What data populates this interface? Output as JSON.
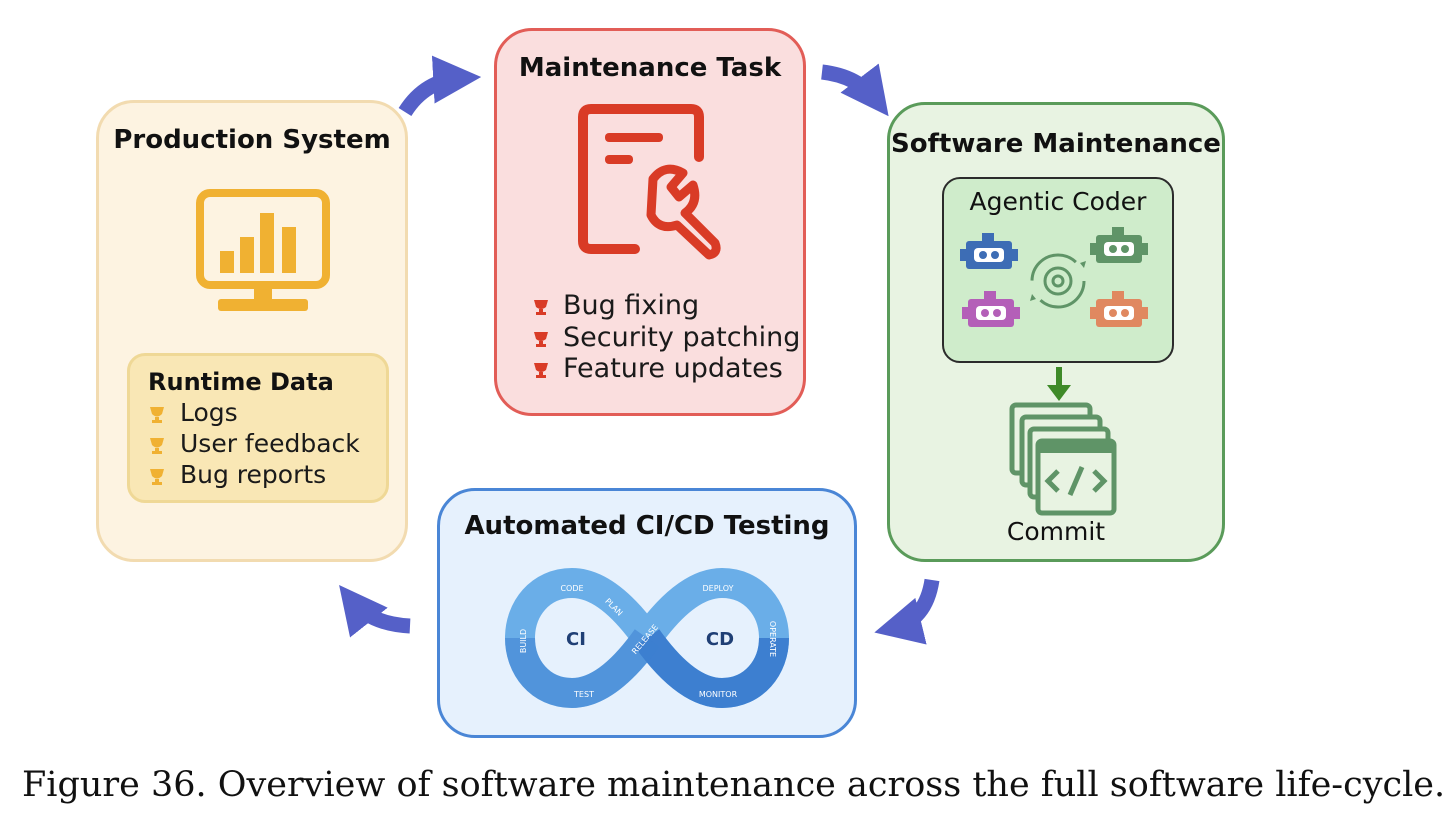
{
  "production": {
    "title": "Production System",
    "runtime": {
      "title": "Runtime Data",
      "items": [
        "Logs",
        "User feedback",
        "Bug reports"
      ]
    }
  },
  "maintenance_task": {
    "title": "Maintenance Task",
    "items": [
      "Bug fixing",
      "Security patching",
      "Feature updates"
    ]
  },
  "software_maintenance": {
    "title": "Software Maintenance",
    "agentic_coder": "Agentic Coder",
    "commit": "Commit"
  },
  "cicd": {
    "title": "Automated CI/CD Testing",
    "ci": "CI",
    "cd": "CD",
    "stages": {
      "code": "CODE",
      "plan": "PLAN",
      "build": "BUILD",
      "test": "TEST",
      "release": "RELEASE",
      "deploy": "DEPLOY",
      "operate": "OPERATE",
      "monitor": "MONITOR"
    }
  },
  "caption": "Figure 36. Overview of software maintenance across the full software life-cycle.",
  "colors": {
    "production_fill": "#fdf3e1",
    "production_border": "#f2dbb0",
    "runtime_fill": "#f9e7b5",
    "runtime_border": "#efd896",
    "monitor_icon": "#f0b132",
    "task_fill": "#fadede",
    "task_border": "#e25d57",
    "task_icon": "#d93b26",
    "maint_fill": "#e8f3e2",
    "maint_border": "#5a9b5a",
    "coder_fill": "#cfeccb",
    "coder_border": "#2b2b2b",
    "cicd_fill": "#e6f1fd",
    "cicd_border": "#4a86d6",
    "arrow": "#5560c8",
    "down_arrow": "#3e8a28",
    "robot_blue": "#3d6db5",
    "robot_green": "#5f9467",
    "robot_purple": "#b45fb8",
    "robot_orange": "#e08860",
    "ci_light": "#6aaee8",
    "ci_dark": "#3d7fd0"
  },
  "icons": [
    "bar-chart-monitor-icon",
    "document-wrench-icon",
    "trophy-bullet-icon",
    "robot-icon",
    "gear-cycle-icon",
    "code-file-stack-icon",
    "infinity-loop-icon",
    "curved-arrow-icon"
  ]
}
